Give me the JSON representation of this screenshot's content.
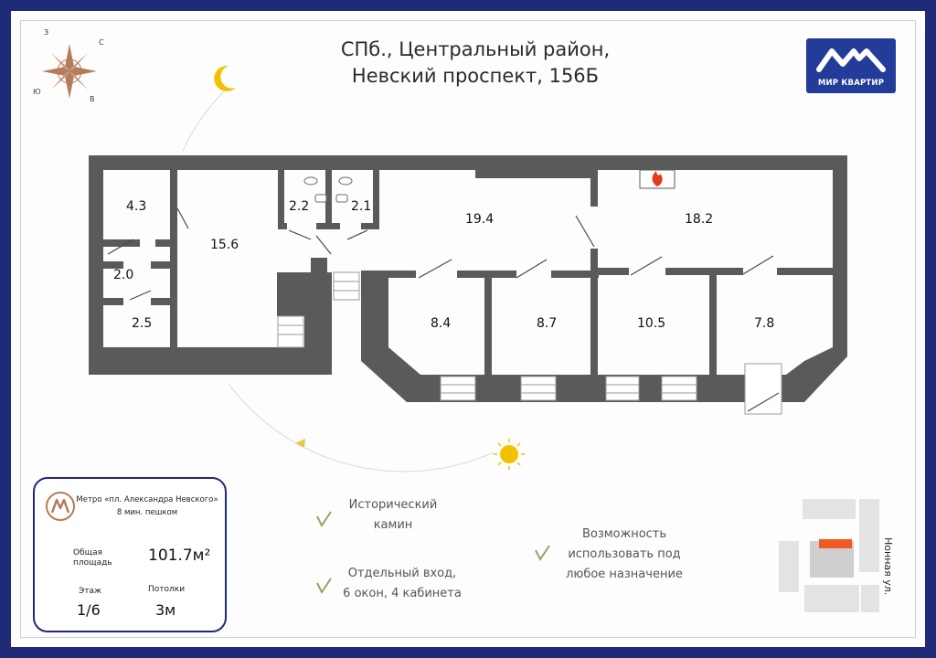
{
  "header": {
    "address_line1": "СПб., Центральный район,",
    "address_line2": "Невский проспект, 156Б"
  },
  "logo": {
    "text": "МИР КВАРТИР",
    "brand_color": "#233b99"
  },
  "compass": {
    "north": "С",
    "west": "З",
    "south": "Ю",
    "east": "В"
  },
  "rooms": [
    {
      "id": "r1",
      "area": "4.3"
    },
    {
      "id": "r2",
      "area": "15.6"
    },
    {
      "id": "r3",
      "area": "2.2"
    },
    {
      "id": "r4",
      "area": "2.1"
    },
    {
      "id": "r5",
      "area": "19.4"
    },
    {
      "id": "r6",
      "area": "18.2"
    },
    {
      "id": "r7",
      "area": "2.0"
    },
    {
      "id": "r8",
      "area": "2.5"
    },
    {
      "id": "r9",
      "area": "8.4"
    },
    {
      "id": "r10",
      "area": "8.7"
    },
    {
      "id": "r11",
      "area": "10.5"
    },
    {
      "id": "r12",
      "area": "7.8"
    }
  ],
  "info_card": {
    "metro_name": "Метро «пл. Александра Невского»",
    "metro_time": "8 мин. пешком",
    "area_label_line1": "Общая",
    "area_label_line2": "площадь",
    "area_value": "101.7м²",
    "floor_label": "Этаж",
    "floor_value": "1/6",
    "ceiling_label": "Потолки",
    "ceiling_value": "3м"
  },
  "features": [
    {
      "line1": "Исторический",
      "line2": "камин"
    },
    {
      "line1": "Отдельный вход,",
      "line2": "6 окон, 4 кабинета"
    },
    {
      "line1": "Возможность",
      "line2": "использовать под",
      "line3": "любое назначение"
    }
  ],
  "street_label": "Нонная ул.",
  "colors": {
    "wall": "#5a5a5a",
    "frame": "#1f2a78",
    "sun": "#f2c200",
    "accent_building": "#f05a22"
  }
}
